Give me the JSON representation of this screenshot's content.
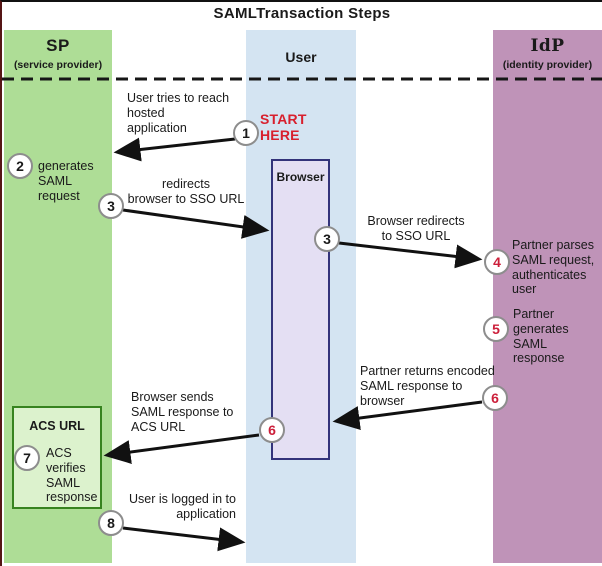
{
  "title": "SAMLTransaction Steps",
  "colors": {
    "sp_column": "#aedd96",
    "user_column": "#d4e4f2",
    "idp_column": "#bf93b8",
    "browser_box_fill": "#e4dff3",
    "browser_box_border": "#33337a",
    "acs_box_fill": "#dcf2cd",
    "acs_box_border": "#37831f",
    "red_step": "#cc1f3a",
    "start_here_red": "#d8202e",
    "text": "#1a1a1a"
  },
  "columns": {
    "sp": {
      "title": "SP",
      "subtitle": "(service provider)"
    },
    "user": {
      "title": "User"
    },
    "idp": {
      "title": "IdP",
      "subtitle": "(identity provider)"
    }
  },
  "start_here": "START\nHERE",
  "browser_box_label": "Browser",
  "acs_box_label": "ACS URL",
  "steps": {
    "s1": {
      "num": "1",
      "label": "User tries to reach\nhosted\napplication"
    },
    "s2": {
      "num": "2",
      "label": "generates\nSAML\nrequest"
    },
    "s3a": {
      "num": "3",
      "label": "redirects\nbrowser to SSO URL"
    },
    "s3b": {
      "num": "3",
      "label": "Browser redirects\nto SSO URL"
    },
    "s4": {
      "num": "4",
      "label": "Partner parses\nSAML request,\nauthenticates\nuser"
    },
    "s5": {
      "num": "5",
      "label": "Partner\ngenerates\nSAML\nresponse"
    },
    "s6r": {
      "num": "6",
      "label": "Partner returns encoded\nSAML response to\nbrowser"
    },
    "s6l": {
      "num": "6",
      "label": "Browser sends\nSAML response to\nACS URL"
    },
    "s7": {
      "num": "7",
      "label": "ACS\nverifies\nSAML\nresponse"
    },
    "s8": {
      "num": "8",
      "label": "User is logged in to\napplication"
    }
  }
}
